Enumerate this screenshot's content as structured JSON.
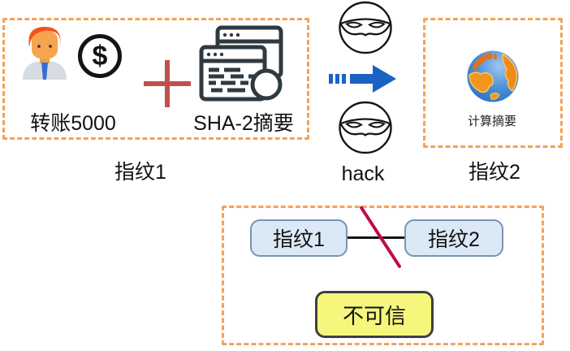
{
  "palette": {
    "box_dash_orange": "#f4a259",
    "plus_red": "#c0504d",
    "arrow_blue": "#1b62c4",
    "node_fill": "#dbe8f6",
    "node_border": "#7b93b3",
    "verdict_fill": "#f5f77d",
    "verdict_border": "#3f3f3f",
    "slash_red": "#bf0a4e",
    "icon_dark": "#2f3a40"
  },
  "source": {
    "transfer_label": "转账5000",
    "digest_label": "SHA-2摘要",
    "caption": "指纹1",
    "dollar_glyph": "$"
  },
  "attack": {
    "label": "hack"
  },
  "receiver": {
    "compute_label": "计算摘要",
    "caption": "指纹2"
  },
  "comparison": {
    "node1": "指纹1",
    "node2": "指纹2",
    "verdict": "不可信"
  },
  "icons": {
    "user": "user-icon",
    "dollar": "dollar-icon",
    "plus": "plus-icon",
    "code_window": "code-window-icon",
    "hacker_top": "hacker-icon",
    "hacker_bottom": "hacker-icon",
    "arrow": "arrow-right-icon",
    "globe": "globe-icon"
  }
}
